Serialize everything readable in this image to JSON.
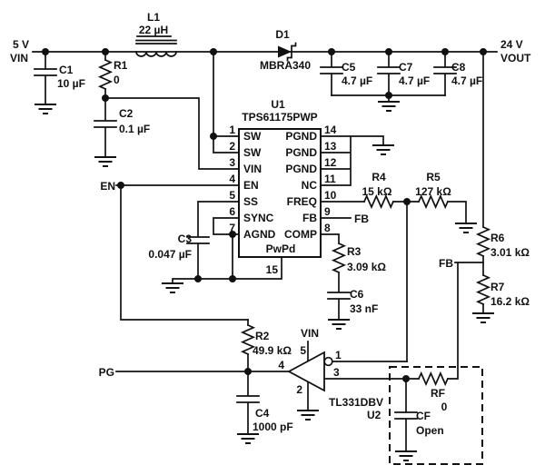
{
  "nets": {
    "vin_v": "5 V",
    "vin": "VIN",
    "vout_v": "24 V",
    "vout": "VOUT",
    "en": "EN",
    "pg": "PG",
    "fb": "FB"
  },
  "l1": {
    "ref": "L1",
    "value": "22 µH"
  },
  "d1": {
    "ref": "D1",
    "part": "MBRA340"
  },
  "caps": {
    "c1": {
      "ref": "C1",
      "value": "10 µF"
    },
    "c2": {
      "ref": "C2",
      "value": "0.1 µF"
    },
    "c3": {
      "ref": "C3",
      "value": "0.047 µF"
    },
    "c4": {
      "ref": "C4",
      "value": "1000 pF"
    },
    "c5": {
      "ref": "C5",
      "value": "4.7 µF"
    },
    "c6": {
      "ref": "C6",
      "value": "33 nF"
    },
    "c7": {
      "ref": "C7",
      "value": "4.7 µF"
    },
    "c8": {
      "ref": "C8",
      "value": "4.7 µF"
    },
    "cf": {
      "ref": "CF",
      "value": "Open"
    }
  },
  "res": {
    "r1": {
      "ref": "R1",
      "value": "0"
    },
    "r2": {
      "ref": "R2",
      "value": "49.9 kΩ"
    },
    "r3": {
      "ref": "R3",
      "value": "3.09 kΩ"
    },
    "r4": {
      "ref": "R4",
      "value": "15 kΩ"
    },
    "r5": {
      "ref": "R5",
      "value": "127 kΩ"
    },
    "r6": {
      "ref": "R6",
      "value": "3.01 kΩ"
    },
    "r7": {
      "ref": "R7",
      "value": "16.2 kΩ"
    },
    "rf": {
      "ref": "RF",
      "value": "0"
    }
  },
  "u1": {
    "ref": "U1",
    "part": "TPS61175PWP",
    "pad_name": "PwPd",
    "pad_num": "15",
    "left": [
      {
        "n": "1",
        "name": "SW"
      },
      {
        "n": "2",
        "name": "SW"
      },
      {
        "n": "3",
        "name": "VIN"
      },
      {
        "n": "4",
        "name": "EN"
      },
      {
        "n": "5",
        "name": "SS"
      },
      {
        "n": "6",
        "name": "SYNC"
      },
      {
        "n": "7",
        "name": "AGND"
      }
    ],
    "right": [
      {
        "n": "14",
        "name": "PGND"
      },
      {
        "n": "13",
        "name": "PGND"
      },
      {
        "n": "12",
        "name": "PGND"
      },
      {
        "n": "11",
        "name": "NC"
      },
      {
        "n": "10",
        "name": "FREQ"
      },
      {
        "n": "9",
        "name": "FB"
      },
      {
        "n": "8",
        "name": "COMP"
      }
    ]
  },
  "u2": {
    "ref": "U2",
    "part": "TL331DBV",
    "supply": "VIN",
    "p1": "1",
    "p2": "2",
    "p3": "3",
    "p4": "4",
    "p5": "5"
  }
}
